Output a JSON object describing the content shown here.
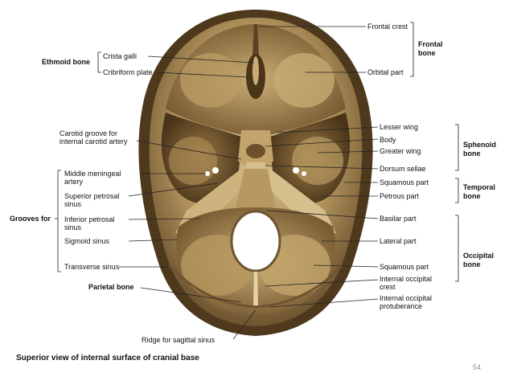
{
  "labels": {
    "frontal_crest": "Frontal crest",
    "frontal_bone_1": "Frontal",
    "frontal_bone_2": "bone",
    "ethmoid_bone": "Ethmoid bone",
    "crista_galli": "Crista galli",
    "cribriform_plate": "Cribriform plate",
    "orbital_part": "Orbital part",
    "carotid_groove_1": "Carotid groove for",
    "carotid_groove_2": "internal carotid artery",
    "lesser_wing": "Lesser wing",
    "body": "Body",
    "greater_wing": "Greater wing",
    "sphenoid_bone_1": "Sphenoid",
    "sphenoid_bone_2": "bone",
    "dorsum_sellae": "Dorsum sellae",
    "middle_meningeal_1": "Middle meningeal",
    "middle_meningeal_2": "artery",
    "squamous_part_temporal": "Squamous part",
    "temporal_bone_1": "Temporal",
    "temporal_bone_2": "bone",
    "superior_petrosal_1": "Superior petrosal",
    "superior_petrosal_2": "sinus",
    "petrous_part": "Petrous part",
    "grooves_for": "Grooves for",
    "inferior_petrosal_1": "Inferior petrosal",
    "inferior_petrosal_2": "sinus",
    "basilar_part": "Basilar part",
    "sigmoid_sinus": "Sigmoid sinus",
    "lateral_part": "Lateral part",
    "occipital_bone_1": "Occipital",
    "occipital_bone_2": "bone",
    "transverse_sinus": "Transverse sinus",
    "squamous_part_occipital": "Squamous part",
    "parietal_bone": "Parietal bone",
    "internal_occipital_crest_1": "Internal occipital",
    "internal_occipital_crest_2": "crest",
    "internal_occipital_protuberance_1": "Internal occipital",
    "internal_occipital_protuberance_2": "protuberance",
    "ridge_sagittal": "Ridge for sagittal sinus"
  },
  "caption": "Superior view of internal surface of cranial base",
  "page_number": "54",
  "colors": {
    "bone_dark": "#5a4324",
    "bone_mid": "#a88852",
    "bone_light": "#d6c08e",
    "leader_line": "#222222"
  }
}
